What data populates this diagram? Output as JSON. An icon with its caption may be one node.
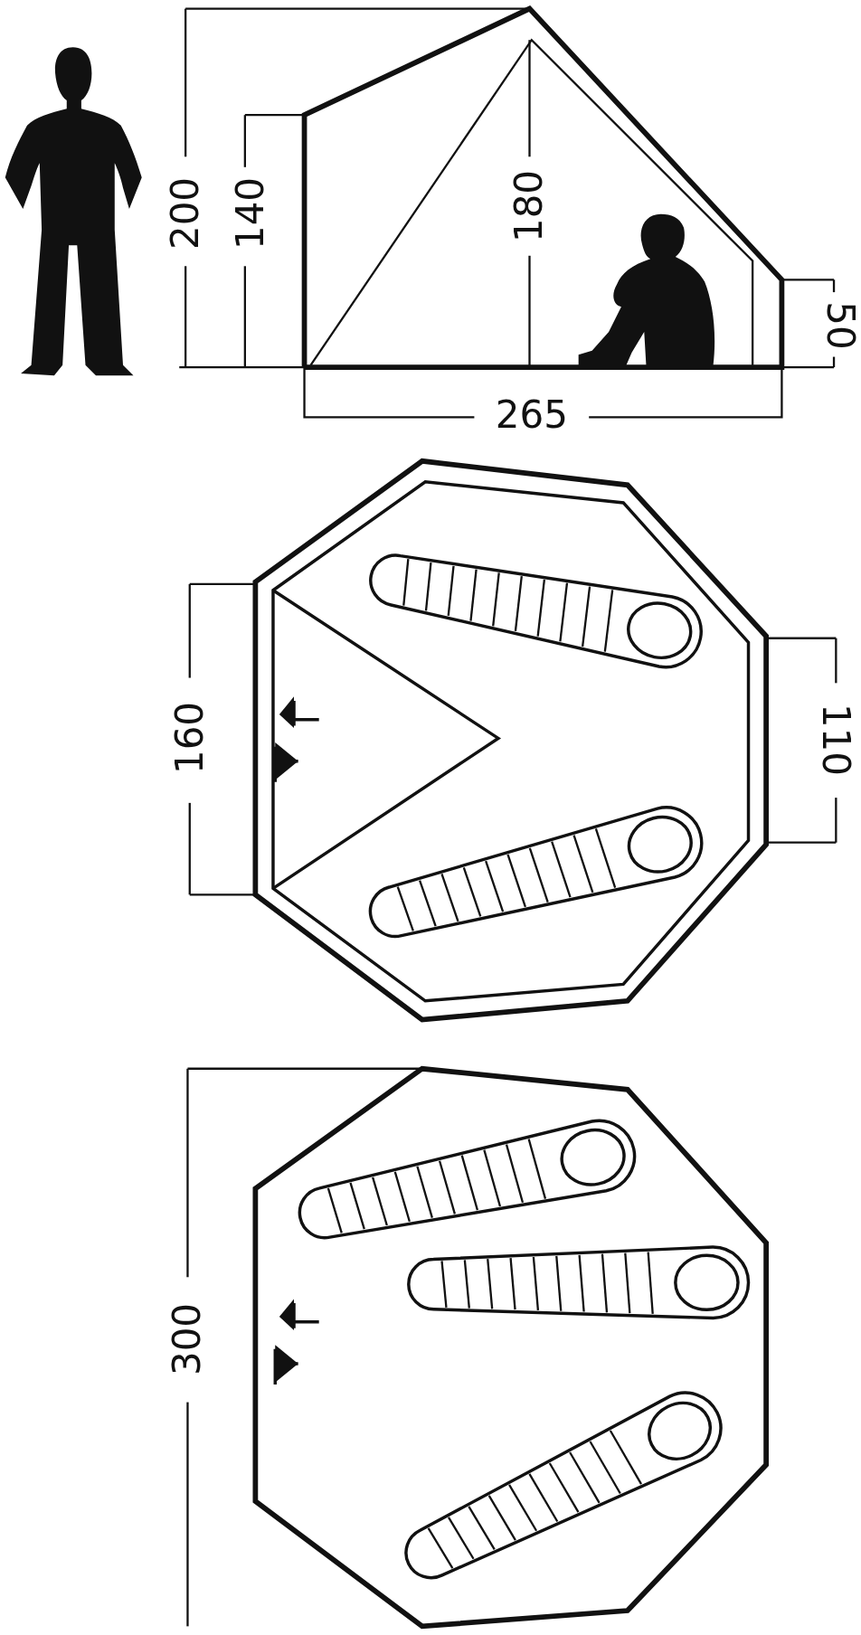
{
  "diagram": {
    "labels": [
      "200",
      "140",
      "180",
      "50",
      "265",
      "160",
      "110",
      "300"
    ]
  }
}
